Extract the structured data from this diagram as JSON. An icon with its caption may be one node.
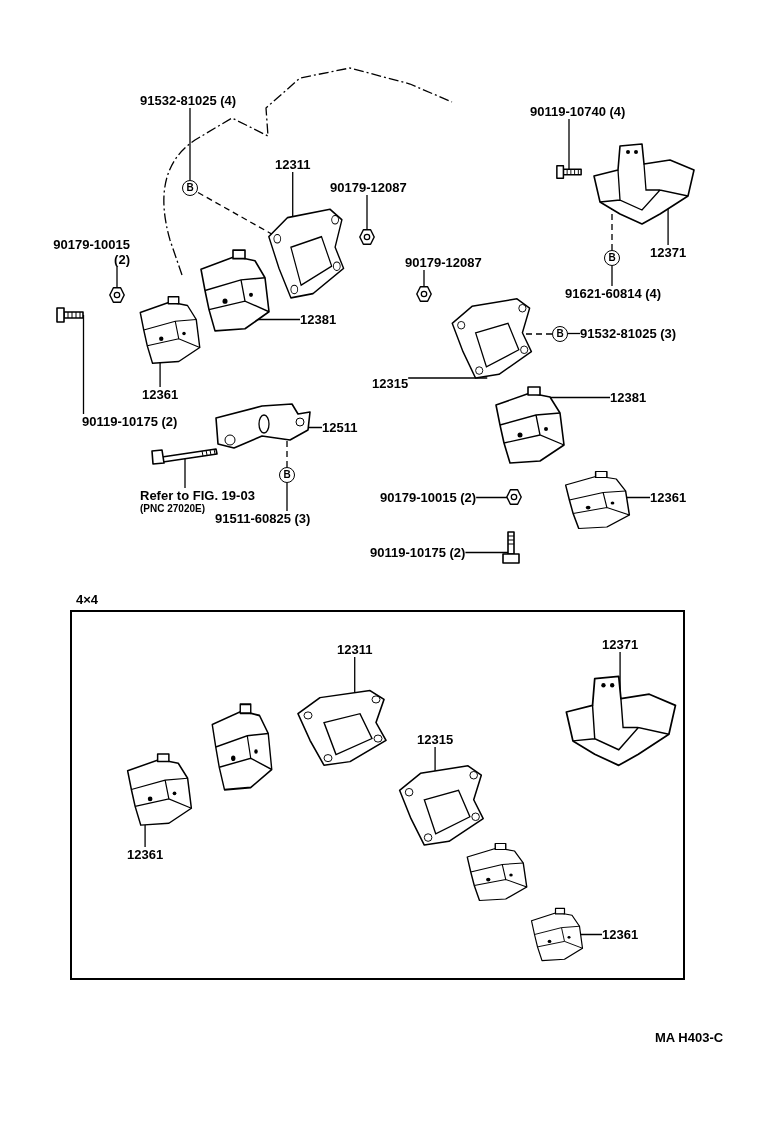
{
  "diagram": {
    "nodes": [
      {
        "text": [
          "91532-81025 (4)"
        ]
      },
      {
        "text": [
          "B"
        ]
      },
      {
        "text": [
          "12311"
        ]
      },
      {
        "text": [],
        "shape": "picture"
      },
      {
        "text": [
          "90179-12087"
        ]
      },
      {
        "text": [],
        "shape": "picture"
      },
      {
        "text": [
          "90179-10015 (2)"
        ]
      },
      {
        "text": [],
        "shape": "picture"
      },
      {
        "text": [
          "12381"
        ]
      },
      {
        "text": [],
        "shape": "picture"
      },
      {
        "text": [
          "12361"
        ]
      },
      {
        "text": [],
        "shape": "picture"
      },
      {
        "text": [
          "90119-10175 (2)"
        ]
      },
      {
        "text": [],
        "shape": "picture"
      },
      {
        "text": [
          "12511"
        ]
      },
      {
        "text": [],
        "shape": "picture"
      },
      {
        "text": [
          "Refer to FIG. 19-03",
          "(PNC 27020E)"
        ]
      },
      {
        "text": [],
        "shape": "picture"
      },
      {
        "text": [
          "91511-60825 (3)"
        ]
      },
      {
        "text": [
          "B"
        ]
      },
      {
        "text": [
          "90119-10740 (4)"
        ]
      },
      {
        "text": [],
        "shape": "picture"
      },
      {
        "text": [
          "12371"
        ]
      },
      {
        "text": [],
        "shape": "picture"
      },
      {
        "text": [
          "91621-60814 (4)"
        ]
      },
      {
        "text": [
          "B"
        ]
      },
      {
        "text": [
          "90179-12087"
        ]
      },
      {
        "text": [],
        "shape": "picture"
      },
      {
        "text": [
          "12315"
        ]
      },
      {
        "text": [],
        "shape": "picture"
      },
      {
        "text": [
          "91532-81025 (3)"
        ]
      },
      {
        "text": [
          "B"
        ]
      },
      {
        "text": [
          "12381"
        ]
      },
      {
        "text": [],
        "shape": "picture"
      },
      {
        "text": [
          "12361"
        ]
      },
      {
        "text": [],
        "shape": "picture"
      },
      {
        "text": [
          "90179-10015 (2)"
        ]
      },
      {
        "text": [],
        "shape": "picture"
      },
      {
        "text": [
          "90119-10175 (2)"
        ]
      },
      {
        "text": [],
        "shape": "picture"
      },
      {
        "text": [
          "4×4"
        ]
      },
      {
        "text": [
          "12311"
        ],
        "in": 40
      },
      {
        "text": [],
        "shape": "picture",
        "in": 40
      },
      {
        "text": [
          "12361"
        ],
        "in": 40
      },
      {
        "text": [],
        "shape": "picture",
        "in": 40
      },
      {
        "text": [
          "12315"
        ],
        "in": 40
      },
      {
        "text": [],
        "shape": "picture",
        "in": 40
      },
      {
        "text": [
          "12371"
        ],
        "in": 40
      },
      {
        "text": [],
        "shape": "picture",
        "in": 40
      },
      {
        "text": [
          "12361"
        ],
        "in": 40
      },
      {
        "text": [],
        "shape": "picture",
        "in": 40
      },
      {
        "text": [],
        "shape": "picture",
        "in": 40
      },
      {
        "text": [],
        "shape": "picture",
        "in": 40
      }
    ],
    "edges": [
      {
        "from": 0,
        "to": 1,
        "arrow": "none"
      },
      {
        "from": 2,
        "to": 3,
        "arrow": "none"
      },
      {
        "from": 4,
        "to": 5,
        "arrow": "none"
      },
      {
        "from": 6,
        "to": 7,
        "arrow": "none"
      },
      {
        "from": 8,
        "to": 9,
        "arrow": "none"
      },
      {
        "from": 10,
        "to": 11,
        "arrow": "none"
      },
      {
        "from": 12,
        "to": 13,
        "arrow": "none"
      },
      {
        "from": 14,
        "to": 15,
        "arrow": "none"
      },
      {
        "from": 16,
        "to": 17,
        "arrow": "none"
      },
      {
        "from": 18,
        "to": 19,
        "arrow": "none"
      },
      {
        "from": 20,
        "to": 21,
        "arrow": "none"
      },
      {
        "from": 22,
        "to": 23,
        "arrow": "none"
      },
      {
        "from": 24,
        "to": 25,
        "arrow": "none"
      },
      {
        "from": 26,
        "to": 27,
        "arrow": "none"
      },
      {
        "from": 28,
        "to": 29,
        "arrow": "none"
      },
      {
        "from": 30,
        "to": 31,
        "arrow": "none"
      },
      {
        "from": 32,
        "to": 33,
        "arrow": "none"
      },
      {
        "from": 34,
        "to": 35,
        "arrow": "none"
      },
      {
        "from": 36,
        "to": 37,
        "arrow": "none"
      },
      {
        "from": 38,
        "to": 39,
        "arrow": "none"
      },
      {
        "from": 41,
        "to": 42,
        "arrow": "none"
      },
      {
        "from": 43,
        "to": 44,
        "arrow": "none"
      },
      {
        "from": 45,
        "to": 46,
        "arrow": "none"
      },
      {
        "from": 47,
        "to": 48,
        "arrow": "none"
      },
      {
        "from": 49,
        "to": 50,
        "arrow": "none"
      },
      {
        "from": 1,
        "to": 3,
        "arrow": "none",
        "style": "dashed"
      },
      {
        "from": 19,
        "to": 15,
        "arrow": "none",
        "style": "dashed"
      },
      {
        "from": 25,
        "to": 23,
        "arrow": "none",
        "style": "dashed"
      },
      {
        "from": 31,
        "to": 29,
        "arrow": "none",
        "style": "dashed"
      }
    ],
    "labels": [
      "MA H403-C"
    ]
  }
}
